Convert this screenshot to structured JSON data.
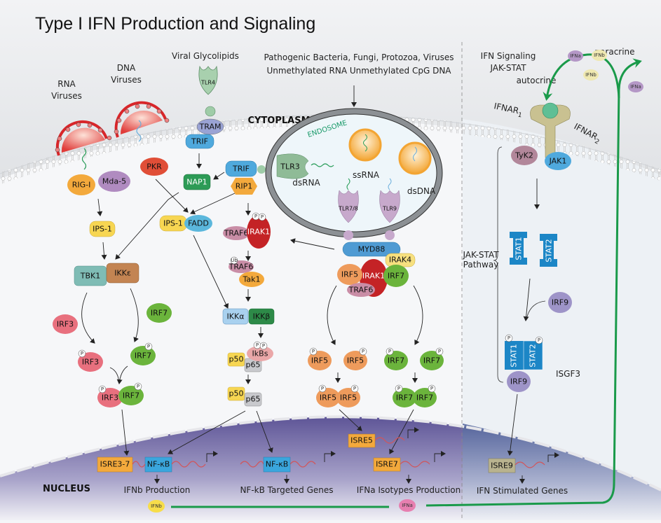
{
  "title": "Type I IFN Production and Signaling",
  "labels": {
    "rna_viruses": [
      "RNA",
      "Viruses"
    ],
    "dna_viruses": [
      "DNA",
      "Viruses"
    ],
    "viral_glycolipids": "Viral Glycolipids",
    "pathogens_line1": "Pathogenic Bacteria, Fungi, Protozoa, Viruses",
    "pathogens_line2": "Unmethylated RNA  Unmethylated CpG DNA",
    "ifn_signaling": [
      "IFN Signaling",
      "JAK-STAT"
    ],
    "paracrine": "paracrine",
    "autocrine": "autocrine",
    "cytoplasm": "CYTOPLASM",
    "endosome": "ENDOSOME",
    "nucleus": "NUCLEUS",
    "ssrna": "ssRNA",
    "dsrna": "dsRNA",
    "dsdna": "dsDNA",
    "ifnar1": "IFNAR",
    "ifnar1_sub": "1",
    "ifnar2": "IFNAR",
    "ifnar2_sub": "2",
    "jak_stat_pathway": [
      "JAK-STAT",
      "Pathway"
    ],
    "isgf3": "ISGF3",
    "ifnb_production": "IFNb Production",
    "nfkb_genes": "NF-kB Targeted Genes",
    "ifna_production": "IFNa Isotypes Production",
    "ifn_stimulated": "IFN Stimulated Genes"
  },
  "molecules": {
    "tlr4": "TLR4",
    "tram": "TRAM",
    "trif": "TRIF",
    "nap1": "NAP1",
    "pkr": "PKR",
    "rigi": "RIG-I",
    "mda5": "Mda-5",
    "ips1": "IPS-1",
    "fadd": "FADD",
    "rip1": "RIP1",
    "tbk1": "TBK1",
    "ikke": "IKKε",
    "irf3": "IRF3",
    "irf7": "IRF7",
    "irf5": "IRF5",
    "tlr3": "TLR3",
    "tlr78": "TLR7/8",
    "tlr9": "TLR9",
    "myd88": "MYD88",
    "irak4": "IRAK4",
    "irak1": "IRAK1",
    "traf6": "TRAF6",
    "tak1": "Tak1",
    "ikka": "IKKα",
    "ikkb": "IKKβ",
    "ikbs": "IkBs",
    "p50": "p50",
    "p65": "p65",
    "tyk2": "TyK2",
    "jak1": "JAK1",
    "stat1": "STAT1",
    "stat2": "STAT2",
    "irf9": "IRF9",
    "p": "P",
    "ub": "Ub",
    "ifna": "IFNa",
    "ifnb": "IFNb"
  },
  "elements": {
    "isre37": "ISRE3-7",
    "nfkb": "NF-κB",
    "isre5": "ISRE5",
    "isre7": "ISRE7",
    "isre9": "ISRE9"
  },
  "colors": {
    "virus_red": "#d8262a",
    "virus_orange": "#f3a533",
    "autocrine_green": "#1a9a4a",
    "nucleus_purple": "#6f64a5",
    "myd88_blue": "#4f9bd3",
    "stat_blue": "#1c86c6"
  }
}
